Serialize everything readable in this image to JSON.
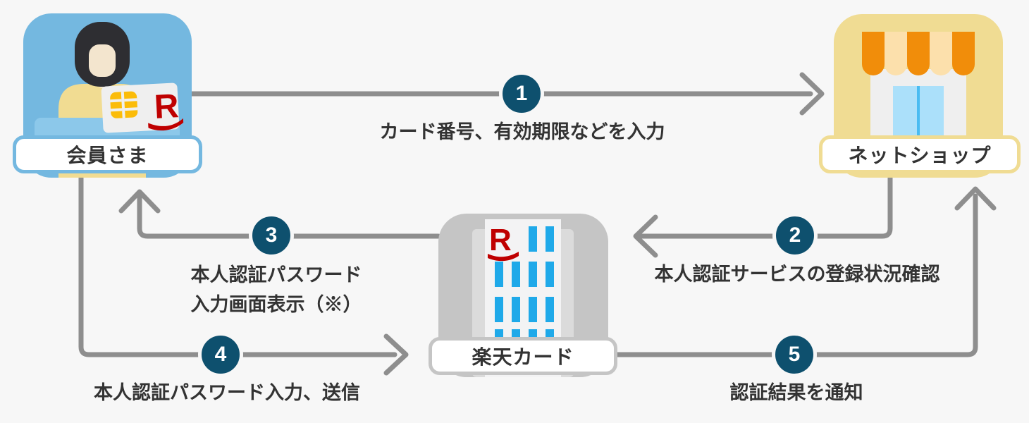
{
  "diagram": {
    "description_icons": {
      "member_icon": "woman-with-credit-card-icon",
      "shop_icon": "storefront-awning-icon",
      "bank_icon": "office-building-rakuten-icon"
    },
    "nodes": {
      "member": {
        "label": "会員さま"
      },
      "shop": {
        "label": "ネットショップ"
      },
      "rakuten_card": {
        "label": "楽天カード"
      }
    },
    "steps": [
      {
        "number": "1",
        "label": "カード番号、有効期限などを入力",
        "from": "member",
        "to": "shop"
      },
      {
        "number": "2",
        "label": "本人認証サービスの登録状況確認",
        "from": "shop",
        "to": "rakuten_card"
      },
      {
        "number": "3",
        "label_lines": {
          "0": "本人認証パスワード",
          "1": "入力画面表示（※）"
        },
        "from": "rakuten_card",
        "to": "member"
      },
      {
        "number": "4",
        "label": "本人認証パスワード入力、送信",
        "from": "member",
        "to": "rakuten_card"
      },
      {
        "number": "5",
        "label": "認証結果を通知",
        "from": "rakuten_card",
        "to": "shop"
      }
    ],
    "colors": {
      "background": "#F7F7F7",
      "member_box": "#74B8E0",
      "shop_box": "#F0DC93",
      "bank_box": "#C5C5C5",
      "badge_navy": "#0E506E",
      "arrow_gray": "#8E8E8E",
      "text": "#333333",
      "rakuten_red": "#BF0000",
      "window_blue": "#1FA9E9",
      "awning_orange": "#F18D0A",
      "awning_peach": "#FCE0AC",
      "door_blue": "#ABE0FA",
      "chip_gold": "#FBBC09"
    }
  }
}
